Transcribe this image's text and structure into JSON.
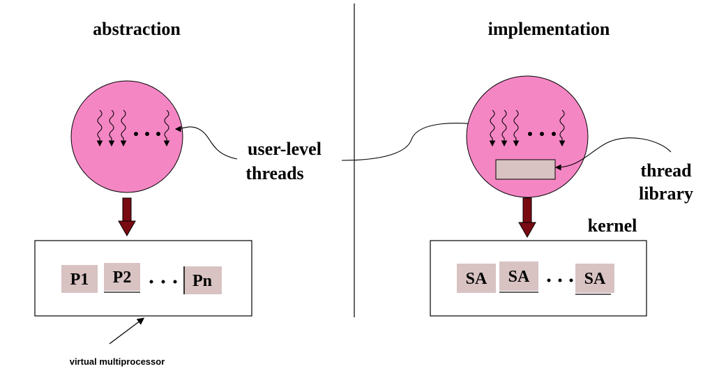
{
  "left": {
    "title": "abstraction",
    "processors": [
      "P1",
      "P2",
      "Pn"
    ],
    "dots": "• • •",
    "caption": "virtual multiprocessor"
  },
  "right": {
    "title": "implementation",
    "activations": [
      "SA",
      "SA",
      "SA"
    ],
    "dots": "• • •",
    "kernel_label": "kernel",
    "library_label_line1": "thread",
    "library_label_line2": "library"
  },
  "center": {
    "threads_label_line1": "user-level",
    "threads_label_line2": "threads"
  },
  "colors": {
    "circle_fill": "#f586c4",
    "arrow_fill": "#7a0a12",
    "proc_fill": "#d8c2c2",
    "library_fill": "#d8c2c2"
  }
}
